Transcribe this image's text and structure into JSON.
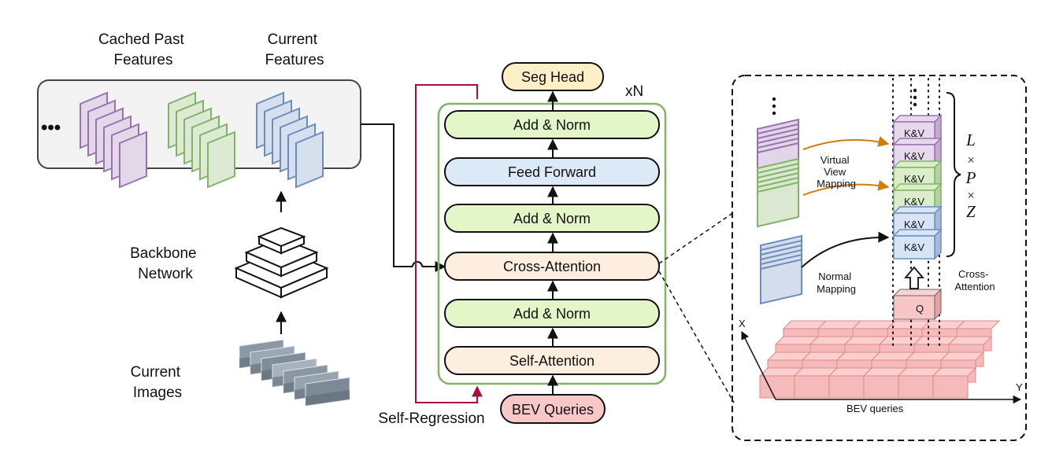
{
  "left": {
    "cached_label": [
      "Cached Past",
      "Features"
    ],
    "current_label": [
      "Current",
      "Features"
    ],
    "ellipsis": "•••",
    "backbone_label": [
      "Backbone",
      "Network"
    ],
    "images_label": [
      "Current",
      "Images"
    ]
  },
  "center": {
    "seg_head": "Seg Head",
    "repeat": "xN",
    "add_norm_top": "Add & Norm",
    "feed_forward": "Feed Forward",
    "add_norm_mid": "Add & Norm",
    "cross_attention": "Cross-Attention",
    "add_norm_bottom": "Add & Norm",
    "self_attention": "Self-Attention",
    "bev_queries": "BEV Queries",
    "self_regression": "Self-Regression"
  },
  "detail": {
    "kv_labels": [
      "K&V",
      "K&V",
      "K&V",
      "K&V",
      "K&V",
      "K&V"
    ],
    "q_label": "Q",
    "virtual_view": [
      "Virtual",
      "View",
      "Mapping"
    ],
    "normal": [
      "Normal",
      "Mapping"
    ],
    "cross_attention": [
      "Cross-",
      "Attention"
    ],
    "bev_queries": "BEV queries",
    "axis_x": "X",
    "axis_y": "Y",
    "dims": [
      "L",
      "×",
      "P",
      "×",
      "Z"
    ]
  },
  "colors": {
    "purple": "#9b72b0",
    "green": "#82b366",
    "blue": "#6c8ebf",
    "pink": "#f4b6b6",
    "crimson": "#a50d44",
    "orange": "#d07d0d",
    "addnorm": "#e3f6c8",
    "feedforward": "#dceaf8",
    "attention": "#fdeee0",
    "seghead": "#fdf0c6"
  }
}
